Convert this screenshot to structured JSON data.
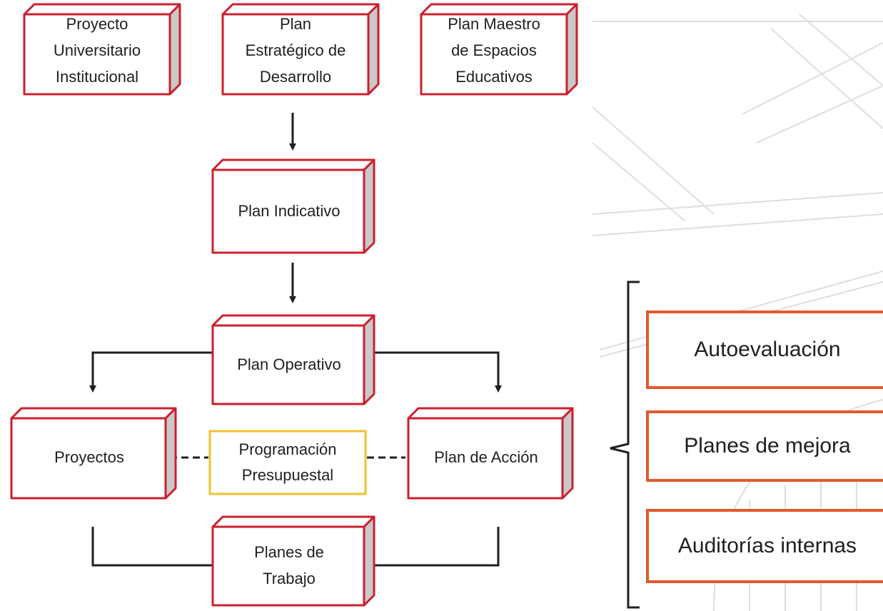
{
  "colors": {
    "box_border": "#cc1f2e",
    "box_side": "#c9c9c9",
    "yellow_border": "#f2c12e",
    "orange_border": "#e05a2f",
    "connector": "#1f1f1f"
  },
  "diagram": {
    "nodes": {
      "proyecto_universitario": "Proyecto\nUniversitario\nInstitucional",
      "plan_estrategico": "Plan\nEstratégico de\nDesarrollo",
      "plan_maestro": "Plan Maestro\nde Espacios\nEducativos",
      "plan_indicativo": "Plan Indicativo",
      "plan_operativo": "Plan Operativo",
      "proyectos": "Proyectos",
      "programacion_presupuestal": "Programación\nPresupuestal",
      "plan_de_accion": "Plan de Acción",
      "planes_de_trabajo": "Planes de\nTrabajo"
    },
    "side_items": [
      "Autoevaluación",
      "Planes de mejora",
      "Auditorías internas"
    ]
  }
}
